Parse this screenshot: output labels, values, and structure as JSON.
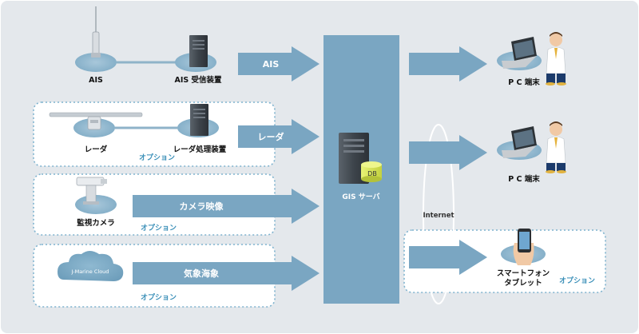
{
  "colors": {
    "background": "#e4e8ec",
    "accent_blue": "#7aa6c2",
    "server_dark": "#3f464d",
    "option_text": "#3a8fb8",
    "dotted_border": "#7fb3cf"
  },
  "sources": {
    "ais": {
      "label": "AIS",
      "receiver_label": "AIS 受信装置",
      "arrow_label": "AIS"
    },
    "radar": {
      "label": "レーダ",
      "processor_label": "レーダ処理装置",
      "arrow_label": "レーダ",
      "option_label": "オプション"
    },
    "camera": {
      "label": "監視カメラ",
      "arrow_label": "カメラ映像",
      "option_label": "オプション"
    },
    "weather": {
      "cloud_label": "J-Marine Cloud",
      "arrow_label": "気象海象",
      "option_label": "オプション"
    }
  },
  "server": {
    "label": "GIS サーバ",
    "db_label": "DB"
  },
  "clients": {
    "pc1": {
      "label": "P C 端末"
    },
    "pc2": {
      "label": "P C 端末"
    },
    "internet_label": "Internet",
    "smartphone": {
      "label_line1": "スマートフォン",
      "label_line2": "タブレット",
      "option_label": "オプション"
    }
  },
  "icons": [
    "antenna-icon",
    "server-icon",
    "radar-icon",
    "camera-icon",
    "cloud-icon",
    "database-icon",
    "laptop-icon",
    "person-icon",
    "smartphone-icon"
  ]
}
